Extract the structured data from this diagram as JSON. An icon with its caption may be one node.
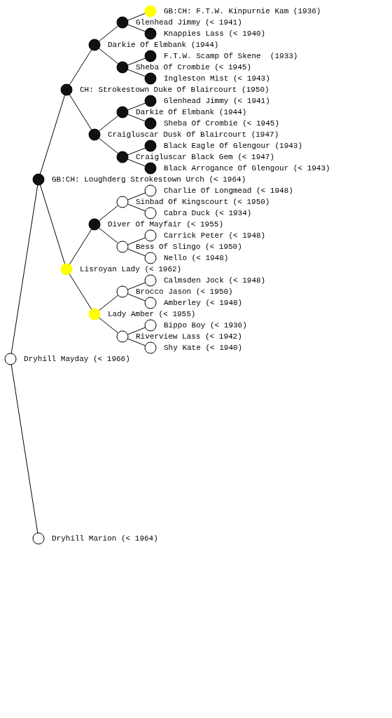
{
  "diagram": {
    "nodes": [
      {
        "text": [
          "GB:CH: F.T.W. Kinpurnie Kam (1936)"
        ]
      },
      {
        "text": [
          "Glenhead Jimmy (< 1941)"
        ]
      },
      {
        "text": [
          "Knappies Lass (< 1940)"
        ]
      },
      {
        "text": [
          "Darkie Of Elmbank (1944)"
        ]
      },
      {
        "text": [
          "F.T.W. Scamp Of Skene  (1933)"
        ]
      },
      {
        "text": [
          "Sheba Of Crombie (< 1945)"
        ]
      },
      {
        "text": [
          "Ingleston Mist (< 1943)"
        ]
      },
      {
        "text": [
          "CH: Strokestown Duke Of Blaircourt (1950)"
        ]
      },
      {
        "text": [
          "Glenhead Jimmy (< 1941)"
        ]
      },
      {
        "text": [
          "Darkie Of Elmbank (1944)"
        ]
      },
      {
        "text": [
          "Sheba Of Crombie (< 1945)"
        ]
      },
      {
        "text": [
          "Craigluscar Dusk Of Blaircourt (1947)"
        ]
      },
      {
        "text": [
          "Black Eagle Of Glengour (1943)"
        ]
      },
      {
        "text": [
          "Craigluscar Black Gem (< 1947)"
        ]
      },
      {
        "text": [
          "Black Arrogance Of Glengour (< 1943)"
        ]
      },
      {
        "text": [
          "GB:CH: Loughderg Strokestown Urch (< 1964)"
        ]
      },
      {
        "text": [
          "Charlie Of Longmead (< 1948)"
        ]
      },
      {
        "text": [
          "Sinbad Of Kingscourt (< 1950)"
        ]
      },
      {
        "text": [
          "Cabra Duck (< 1934)"
        ]
      },
      {
        "text": [
          "Diver Of Mayfair (< 1955)"
        ]
      },
      {
        "text": [
          "Carrick Peter (< 1948)"
        ]
      },
      {
        "text": [
          "Bess Of Slingo (< 1950)"
        ]
      },
      {
        "text": [
          "Nello (< 1948)"
        ]
      },
      {
        "text": [
          "Lisroyan Lady (< 1962)"
        ]
      },
      {
        "text": [
          "Calmsden Jock (< 1948)"
        ]
      },
      {
        "text": [
          "Brocco Jason (< 1950)"
        ]
      },
      {
        "text": [
          "Amberley (< 1948)"
        ]
      },
      {
        "text": [
          "Lady Amber (< 1955)"
        ]
      },
      {
        "text": [
          "Bippo Boy (< 1936)"
        ]
      },
      {
        "text": [
          "Riverview Lass (< 1942)"
        ]
      },
      {
        "text": [
          "Shy Kate (< 1940)"
        ]
      },
      {
        "text": [
          "Dryhill Mayday (< 1966)"
        ]
      },
      {
        "text": [
          "Dryhill Marion (< 1964)"
        ]
      }
    ],
    "edges": [
      {
        "from": 31,
        "to": 15,
        "arrow": "none"
      },
      {
        "from": 31,
        "to": 32,
        "arrow": "none"
      },
      {
        "from": 15,
        "to": 7,
        "arrow": "none"
      },
      {
        "from": 15,
        "to": 23,
        "arrow": "none"
      },
      {
        "from": 7,
        "to": 3,
        "arrow": "none"
      },
      {
        "from": 7,
        "to": 11,
        "arrow": "none"
      },
      {
        "from": 3,
        "to": 1,
        "arrow": "none"
      },
      {
        "from": 3,
        "to": 5,
        "arrow": "none"
      },
      {
        "from": 1,
        "to": 0,
        "arrow": "none"
      },
      {
        "from": 1,
        "to": 2,
        "arrow": "none"
      },
      {
        "from": 5,
        "to": 4,
        "arrow": "none"
      },
      {
        "from": 5,
        "to": 6,
        "arrow": "none"
      },
      {
        "from": 11,
        "to": 9,
        "arrow": "none"
      },
      {
        "from": 11,
        "to": 13,
        "arrow": "none"
      },
      {
        "from": 9,
        "to": 8,
        "arrow": "none"
      },
      {
        "from": 9,
        "to": 10,
        "arrow": "none"
      },
      {
        "from": 13,
        "to": 12,
        "arrow": "none"
      },
      {
        "from": 13,
        "to": 14,
        "arrow": "none"
      },
      {
        "from": 23,
        "to": 19,
        "arrow": "none"
      },
      {
        "from": 23,
        "to": 27,
        "arrow": "none"
      },
      {
        "from": 19,
        "to": 17,
        "arrow": "none"
      },
      {
        "from": 19,
        "to": 21,
        "arrow": "none"
      },
      {
        "from": 17,
        "to": 16,
        "arrow": "none"
      },
      {
        "from": 17,
        "to": 18,
        "arrow": "none"
      },
      {
        "from": 21,
        "to": 20,
        "arrow": "none"
      },
      {
        "from": 21,
        "to": 22,
        "arrow": "none"
      },
      {
        "from": 27,
        "to": 25,
        "arrow": "none"
      },
      {
        "from": 27,
        "to": 29,
        "arrow": "none"
      },
      {
        "from": 25,
        "to": 24,
        "arrow": "none"
      },
      {
        "from": 25,
        "to": 26,
        "arrow": "none"
      },
      {
        "from": 29,
        "to": 28,
        "arrow": "none"
      },
      {
        "from": 29,
        "to": 30,
        "arrow": "none"
      }
    ]
  }
}
